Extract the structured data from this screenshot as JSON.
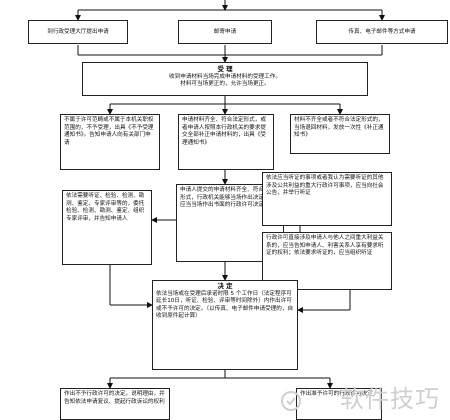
{
  "top": {
    "box_onsite": "到行政受理大厅提出申请",
    "box_mail": "邮寄申请",
    "box_fax": "传真、电子邮件等方式申请"
  },
  "accept": {
    "title": "受 理",
    "line1": "收到申请材料当场完成申请材料的受理工作。",
    "line2": "材料可当场更正的，允许当场更正。"
  },
  "left_reject": "不属于许可范畴或不属于本机关职权范围的，不予受理，出具《不予受理通知书》。告知申请人向有关部门申请",
  "mid_accept": "申请材料齐全、符合法定形式，或者申请人按照本行政机关的要求提交全部补正申请材料的，出具《受理通知书》",
  "right_supplement": "材料不齐全或者不符合法定形式的，当场退回材料，发放一次性《补正通知书》",
  "hearing_left": "依法需要听证、检验、检测、勘测、鉴定、专家评审等的，委托检验、检测、勘测、鉴定、组织专家评审，并告知申请人",
  "review_center": "申请人提交的申请材料齐全、符合法定形式，行政机关能够当场作出决定的，应当当场作出书面的行政许可决定",
  "public_interest": "依法应当听证的事项或者我认为需要听证的其他涉及公共利益的重大行政许可事项，应当向社会公告，并举行听证",
  "stakeholder": "行政许可直接涉及申请人与他人之间重大利益关系的，应当告知申请人、利害关系人享有要求听证的权利；依法要求听证的，应当组织听证",
  "decision": {
    "title": "决 定",
    "body": "依法当场或在受理后承诺时限 5 个工作日（法定程序可延长10日，听证、检验、评审等时间除外）内作出许可或不予许可的决定。（以传真、电子邮件申请受理的，自收到原件起计算）"
  },
  "bottom_left": "作出不予行政许可的决定，说明理由，并告知依法申请复议、提起行政诉讼的权利",
  "bottom_right": "作出准予许可的行政许可决定",
  "watermark": "软件技巧"
}
